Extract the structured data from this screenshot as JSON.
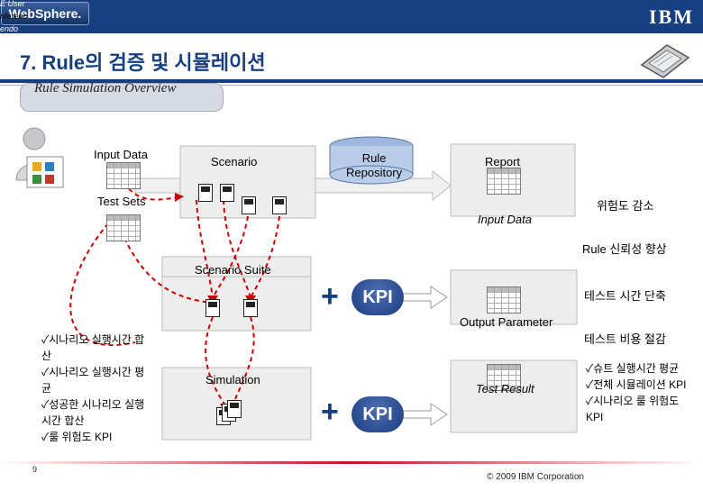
{
  "header": {
    "logo_text": "WebSphere.",
    "corner_lines": [
      "E User",
      "nferenc",
      "endo"
    ],
    "ibm_logo": "IBM"
  },
  "title": "7. Rule의 검증 및 시뮬레이션",
  "pill_text": "Rule Simulation Overview",
  "labels": {
    "input_data": "Input Data",
    "scenario": "Scenario",
    "rule_repository": "Rule\nRepository",
    "report": "Report",
    "test_sets": "Test Sets",
    "input_data_2": "Input Data",
    "risk_reduce": "위험도 감소",
    "rule_reliability": "Rule 신뢰성 향상",
    "scenario_suite": "Scenario Suite",
    "kpi_1": "KPI",
    "output_parameter": "Output  Parameter",
    "test_time": "테스트 시간 단축",
    "test_cost": "테스트 비용 절감",
    "simulation": "Simulation",
    "test_result": "Test Result",
    "kpi_2": "KPI"
  },
  "left_bullets": [
    "✓시나리오 실행시간 합산",
    "✓시나리오 실행시간 평균",
    "✓성공한 시나리오 실행시간 합산",
    "✓룰 위험도 KPI"
  ],
  "right_bullets": [
    "✓슈트 실행시간 평균",
    "✓전체 시뮬레이션 KPI",
    "✓시나리오 룰 위험도 KPI"
  ],
  "footer": {
    "page_number": "9",
    "copyright": "© 2009 IBM Corporation"
  },
  "colors": {
    "brand_blue": "#173e7e",
    "arrow_red": "#cc0000",
    "footer_red": "#c8102e"
  }
}
